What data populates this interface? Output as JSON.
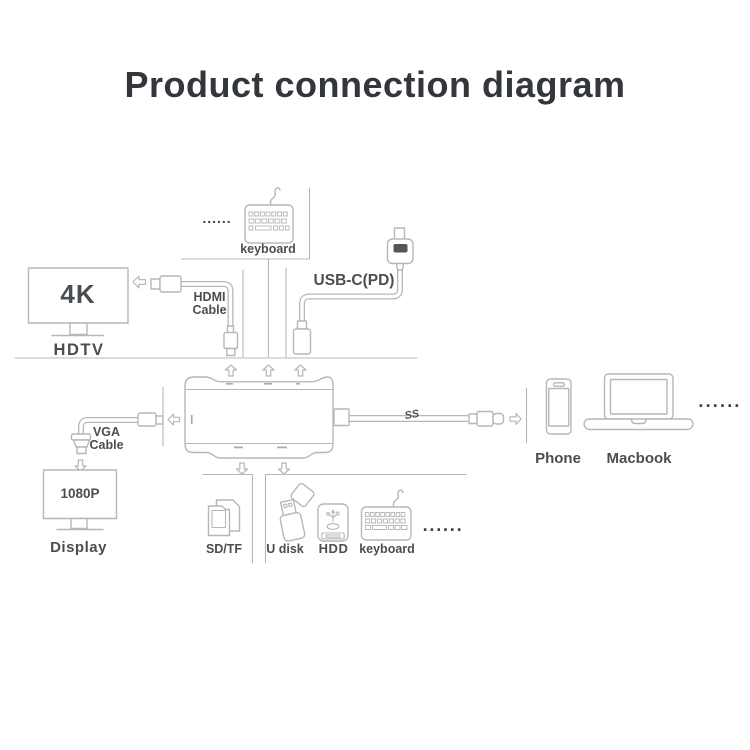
{
  "title": "Product connection diagram",
  "colors": {
    "line": "#b4b8bb",
    "label_text": "#4a4d52",
    "title_text": "#33363b",
    "adapter_port_fill": "#53575c"
  },
  "top_group": {
    "keyboard_label": "keyboard",
    "keyboard_dots": "......",
    "usb_c_pd_label": "USB-C(PD)"
  },
  "hdmi_group": {
    "tv_screen_label": "4K",
    "tv_label": "HDTV",
    "cable_label_line1": "HDMI",
    "cable_label_line2": "Cable"
  },
  "vga_group": {
    "cable_label_line1": "VGA",
    "cable_label_line2": "Cable",
    "monitor_screen_label": "1080P",
    "monitor_label": "Display"
  },
  "hub": {
    "cable_marking": "SS"
  },
  "hosts": {
    "phone_label": "Phone",
    "macbook_label": "Macbook",
    "dots": "......"
  },
  "bottom_group": {
    "sd_tf_label": "SD/TF",
    "u_disk_label": "U disk",
    "hdd_label": "HDD",
    "keyboard_label": "keyboard",
    "dots": "......"
  }
}
